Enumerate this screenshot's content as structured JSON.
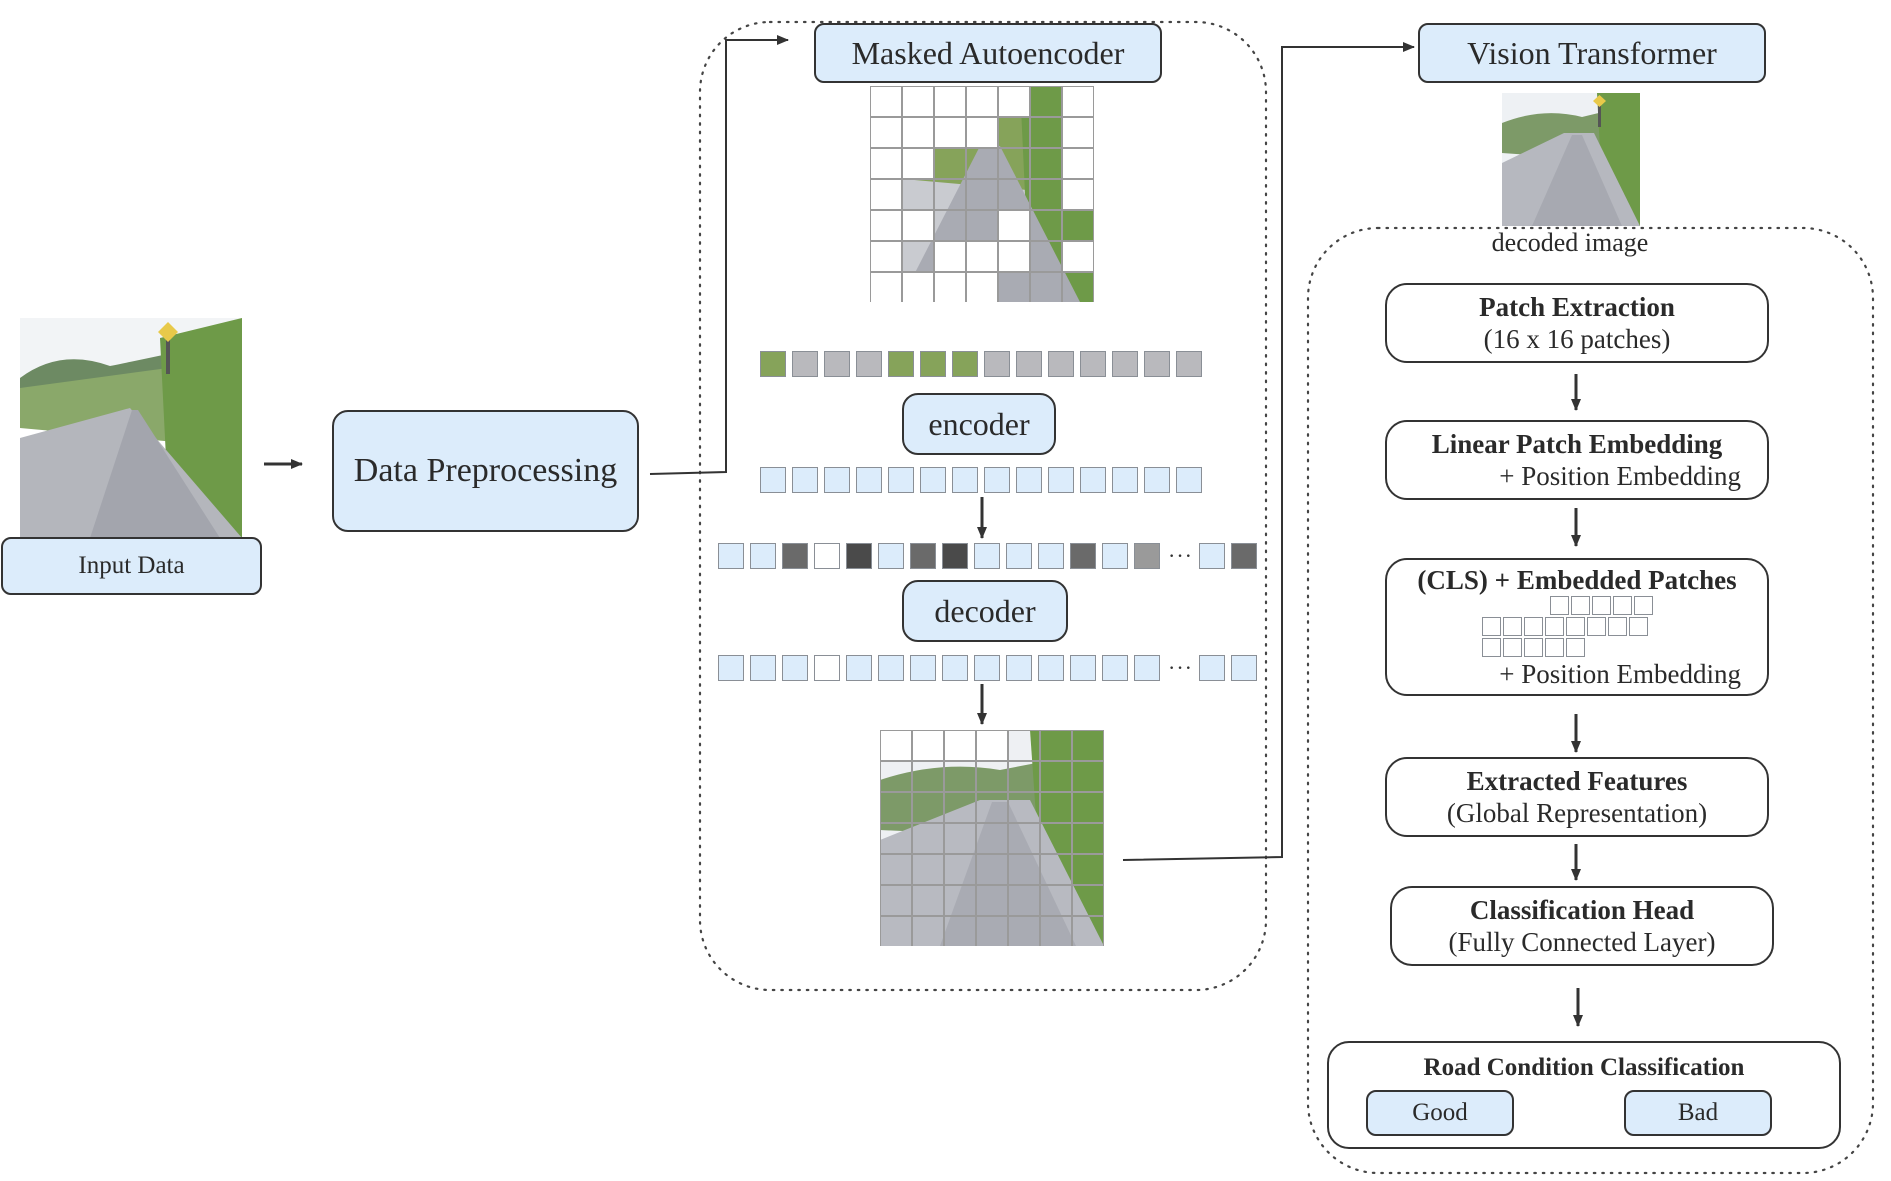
{
  "input": {
    "label": "Input Data"
  },
  "preprocessing": {
    "label": "Data Preprocessing"
  },
  "mae": {
    "title": "Masked Autoencoder",
    "encoder": "encoder",
    "decoder": "decoder",
    "ellipsis": "···"
  },
  "vit": {
    "title": "Vision Transformer",
    "decoded_caption": "decoded image",
    "steps": [
      {
        "title": "Patch Extraction",
        "sub": "(16 x 16 patches)"
      },
      {
        "title": "Linear Patch Embedding",
        "sub": "+ Position Embedding"
      },
      {
        "title": "(CLS) + Embedded Patches",
        "sub": "+ Position Embedding"
      },
      {
        "title": "Extracted Features",
        "sub": "(Global Representation)"
      },
      {
        "title": "Classification Head",
        "sub": "(Fully Connected Layer)"
      }
    ],
    "output": {
      "title": "Road Condition Classification",
      "classes": [
        "Good",
        "Bad"
      ]
    }
  },
  "colors": {
    "box_fill": "#dcecfb",
    "border": "#333333",
    "mask_dark": "#4a4a4a"
  }
}
